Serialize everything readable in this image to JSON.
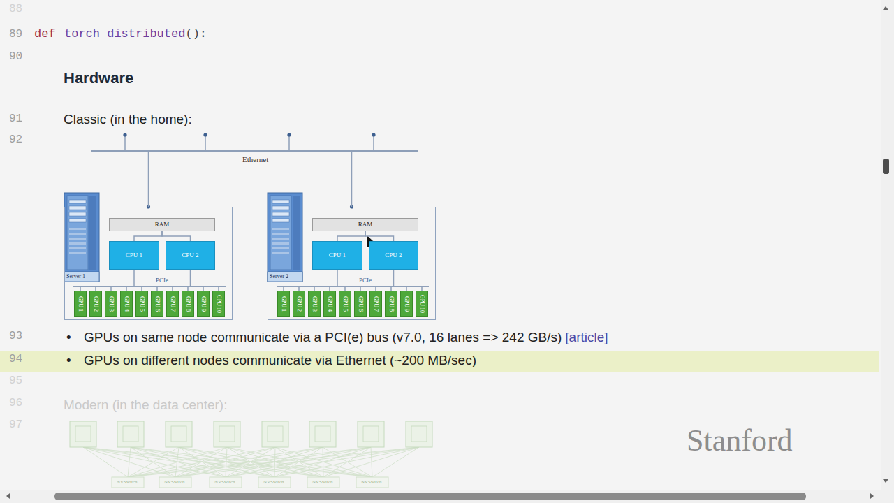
{
  "diagram": {
    "title": "Hardware",
    "nodes": [
      {
        "text": [
          "Ethernet"
        ]
      },
      {
        "text": [
          "Server 1"
        ]
      },
      {
        "text": [
          "RAM"
        ],
        "in": 1
      },
      {
        "text": [
          "CPU 1"
        ],
        "in": 1
      },
      {
        "text": [
          "CPU 2"
        ],
        "in": 1
      },
      {
        "text": [
          "PCIe"
        ],
        "in": 1
      },
      {
        "text": [
          "GPU 1"
        ],
        "in": 1
      },
      {
        "text": [
          "GPU 2"
        ],
        "in": 1
      },
      {
        "text": [
          "GPU 3"
        ],
        "in": 1
      },
      {
        "text": [
          "GPU 4"
        ],
        "in": 1
      },
      {
        "text": [
          "GPU 5"
        ],
        "in": 1
      },
      {
        "text": [
          "GPU 6"
        ],
        "in": 1
      },
      {
        "text": [
          "GPU 7"
        ],
        "in": 1
      },
      {
        "text": [
          "GPU 8"
        ],
        "in": 1
      },
      {
        "text": [
          "GPU 9"
        ],
        "in": 1
      },
      {
        "text": [
          "GPU 10"
        ],
        "in": 1
      },
      {
        "text": [
          "Server 2"
        ]
      },
      {
        "text": [
          "RAM"
        ],
        "in": 16
      },
      {
        "text": [
          "CPU 1"
        ],
        "in": 16
      },
      {
        "text": [
          "CPU 2"
        ],
        "in": 16
      },
      {
        "text": [
          "PCIe"
        ],
        "in": 16
      },
      {
        "text": [
          "GPU 1"
        ],
        "in": 16
      },
      {
        "text": [
          "GPU 2"
        ],
        "in": 16
      },
      {
        "text": [
          "GPU 3"
        ],
        "in": 16
      },
      {
        "text": [
          "GPU 4"
        ],
        "in": 16
      },
      {
        "text": [
          "GPU 5"
        ],
        "in": 16
      },
      {
        "text": [
          "GPU 6"
        ],
        "in": 16
      },
      {
        "text": [
          "GPU 7"
        ],
        "in": 16
      },
      {
        "text": [
          "GPU 8"
        ],
        "in": 16
      },
      {
        "text": [
          "GPU 9"
        ],
        "in": 16
      },
      {
        "text": [
          "GPU 10"
        ],
        "in": 16
      }
    ],
    "edges": [
      {
        "from": 0,
        "to": 1,
        "arrow": "none"
      },
      {
        "from": 0,
        "to": 16,
        "arrow": "none"
      },
      {
        "from": 2,
        "to": 3,
        "arrow": "none"
      },
      {
        "from": 2,
        "to": 4,
        "arrow": "none"
      },
      {
        "from": 3,
        "to": 5,
        "arrow": "none"
      },
      {
        "from": 4,
        "to": 5,
        "arrow": "none"
      },
      {
        "from": 5,
        "to": 6,
        "arrow": "none"
      },
      {
        "from": 5,
        "to": 7,
        "arrow": "none"
      },
      {
        "from": 5,
        "to": 8,
        "arrow": "none"
      },
      {
        "from": 5,
        "to": 9,
        "arrow": "none"
      },
      {
        "from": 5,
        "to": 10,
        "arrow": "none"
      },
      {
        "from": 5,
        "to": 11,
        "arrow": "none"
      },
      {
        "from": 5,
        "to": 12,
        "arrow": "none"
      },
      {
        "from": 5,
        "to": 13,
        "arrow": "none"
      },
      {
        "from": 5,
        "to": 14,
        "arrow": "none"
      },
      {
        "from": 5,
        "to": 15,
        "arrow": "none"
      },
      {
        "from": 17,
        "to": 18,
        "arrow": "none"
      },
      {
        "from": 17,
        "to": 19,
        "arrow": "none"
      },
      {
        "from": 18,
        "to": 20,
        "arrow": "none"
      },
      {
        "from": 19,
        "to": 20,
        "arrow": "none"
      },
      {
        "from": 20,
        "to": 21,
        "arrow": "none"
      },
      {
        "from": 20,
        "to": 22,
        "arrow": "none"
      },
      {
        "from": 20,
        "to": 23,
        "arrow": "none"
      },
      {
        "from": 20,
        "to": 24,
        "arrow": "none"
      },
      {
        "from": 20,
        "to": 25,
        "arrow": "none"
      },
      {
        "from": 20,
        "to": 26,
        "arrow": "none"
      },
      {
        "from": 20,
        "to": 27,
        "arrow": "none"
      },
      {
        "from": 20,
        "to": 28,
        "arrow": "none"
      },
      {
        "from": 20,
        "to": 29,
        "arrow": "none"
      },
      {
        "from": 20,
        "to": 30,
        "arrow": "none"
      }
    ],
    "labels": [
      "88",
      "89",
      "90",
      "91",
      "92",
      "93",
      "94",
      "95",
      "96",
      "97",
      "def",
      "torch_distributed",
      "():",
      "Classic (in the home):",
      "•",
      "GPUs on same node communicate via a PCI(e) bus (v7.0, 16 lanes => 242 GB/s)",
      "[article]",
      "•",
      "GPUs on different nodes communicate via Ethernet (~200 MB/sec)",
      "Modern (in the data center):",
      "NVSwitch",
      "NVSwitch",
      "NVSwitch",
      "NVSwitch",
      "NVSwitch",
      "NVSwitch",
      "Stanford"
    ]
  }
}
